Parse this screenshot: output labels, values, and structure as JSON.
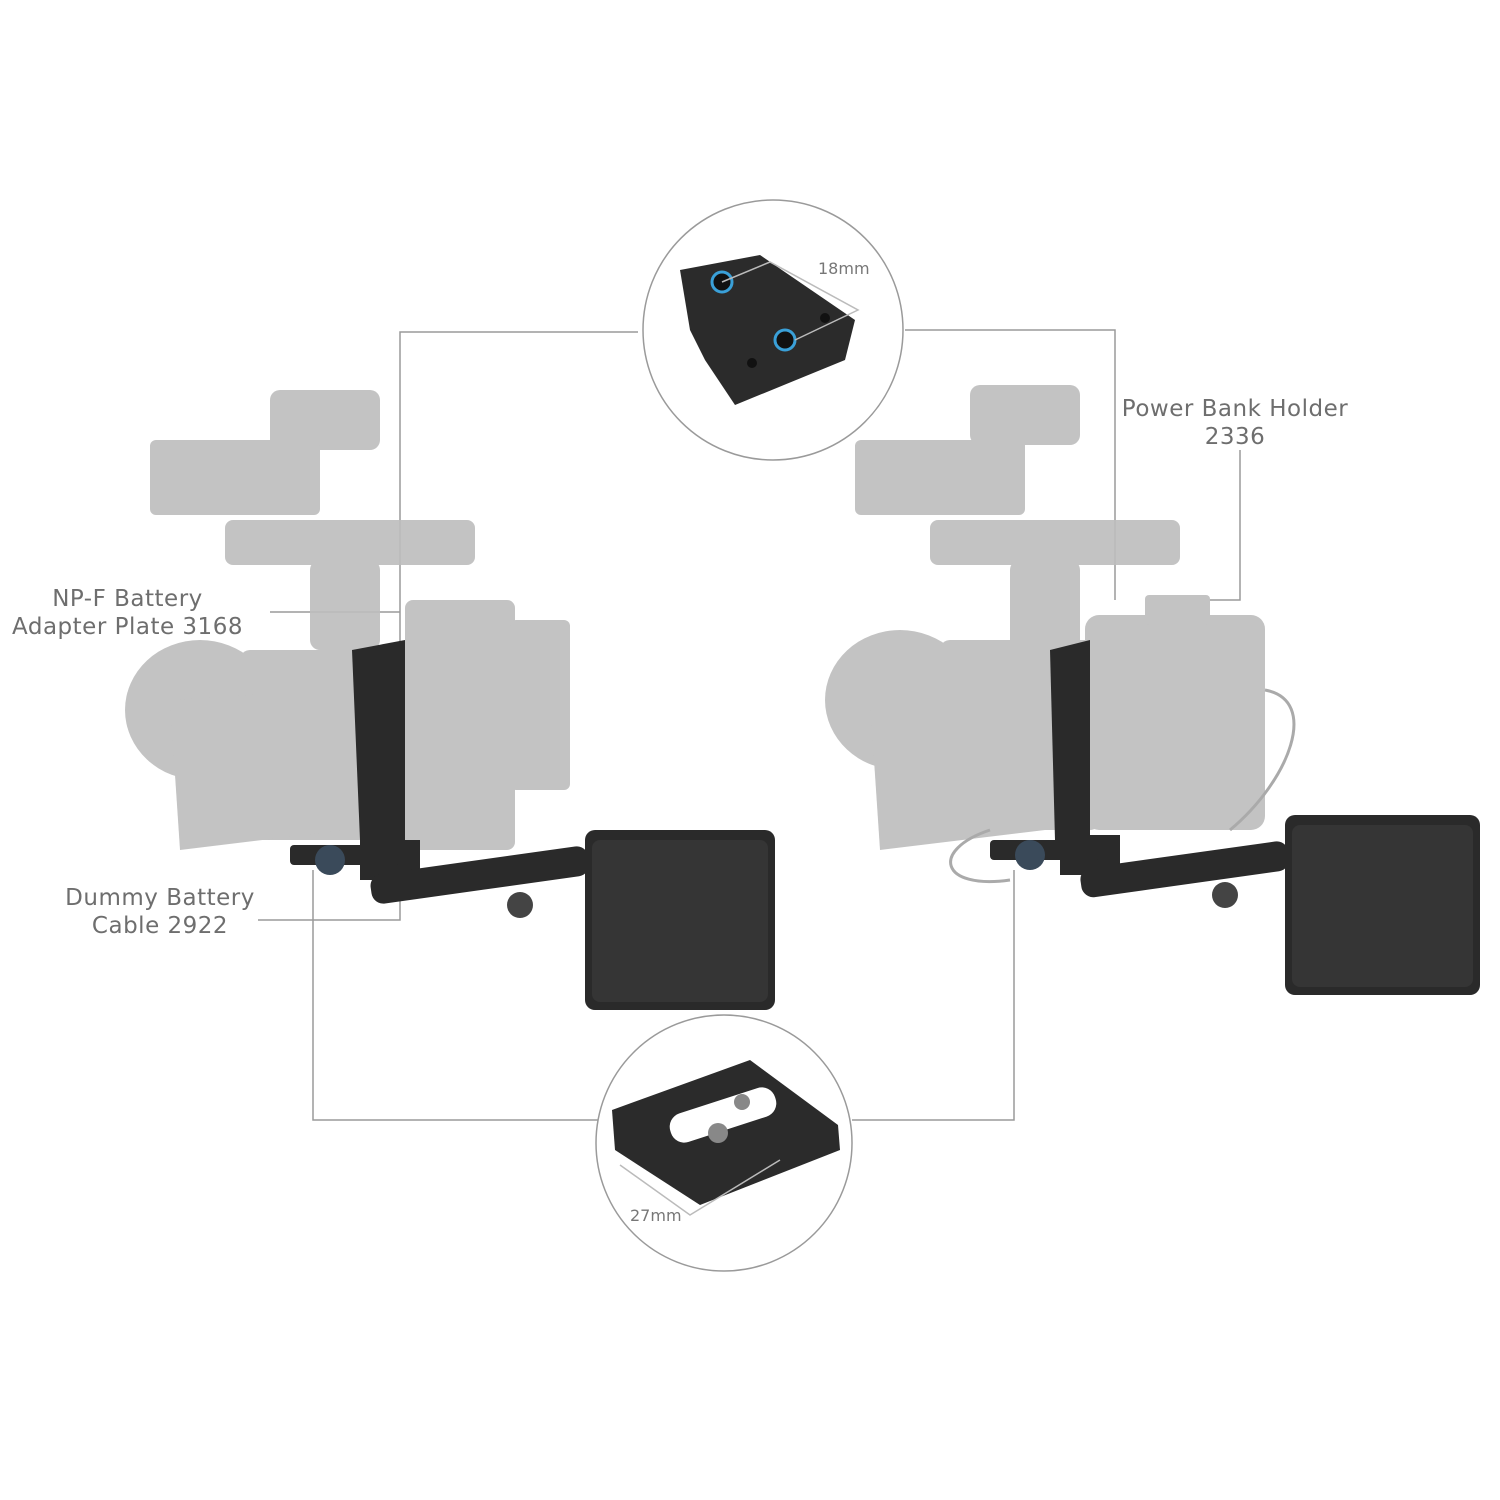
{
  "labels": {
    "top_dimension": "18mm",
    "bottom_dimension": "27mm",
    "power_bank_line1": "Power Bank Holder",
    "power_bank_line2": "2336",
    "npf_line1": "NP-F Battery",
    "npf_line2": "Adapter Plate 3168",
    "dummy_line1": "Dummy Battery",
    "dummy_line2": "Cable 2922"
  },
  "colors": {
    "line": "#9a9a9a",
    "text": "#6e6e6e",
    "ghost_camera": "#b5b5b5",
    "hardware": "#2a2a2a",
    "accent_ring": "#3aa0d8"
  }
}
